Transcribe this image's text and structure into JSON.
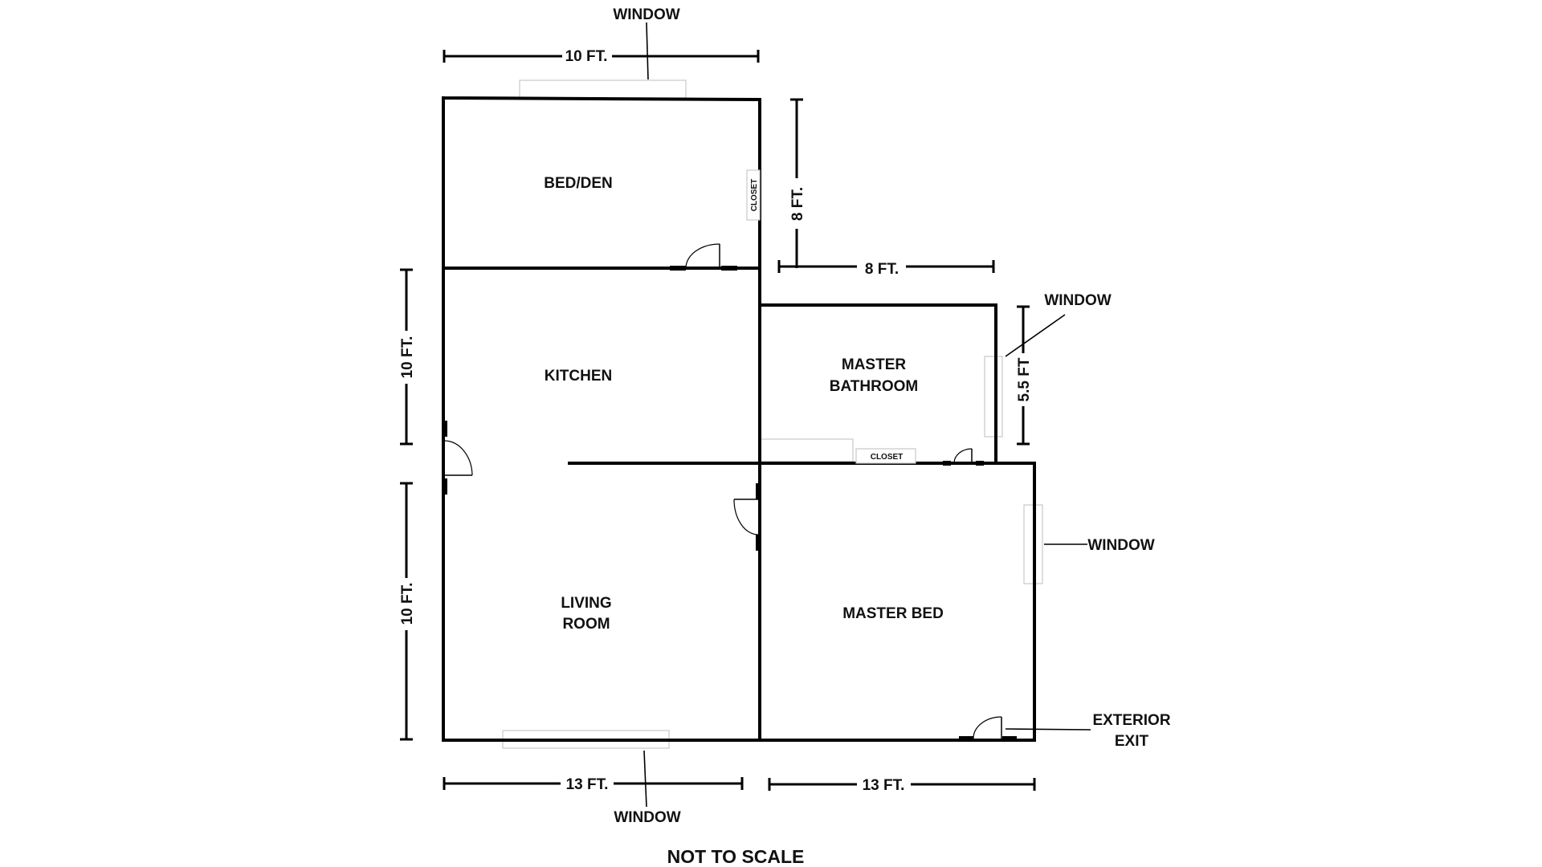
{
  "rooms": {
    "bed_den": "BED/DEN",
    "kitchen": "KITCHEN",
    "master_bathroom_line1": "MASTER",
    "master_bathroom_line2": "BATHROOM",
    "living_room_line1": "LIVING",
    "living_room_line2": "ROOM",
    "master_bed": "MASTER BED"
  },
  "closets": {
    "bed_den_closet": "CLOSET",
    "bath_closet": "CLOSET"
  },
  "windows": {
    "top": "WINDOW",
    "bath_right": "WINDOW",
    "master_bed_right": "WINDOW",
    "bottom": "WINDOW"
  },
  "exterior_exit": {
    "line1": "EXTERIOR",
    "line2": "EXIT"
  },
  "dimensions": {
    "top_width": "10 FT.",
    "bed_den_right_height": "8 FT.",
    "bath_top_width": "8  FT.",
    "bath_height": "5.5 FT",
    "left_upper_height": "10 FT.",
    "left_lower_height": "10 FT.",
    "bottom_left_width": "13 FT.",
    "bottom_right_width": "13 FT."
  },
  "footer_note": "NOT TO SCALE"
}
